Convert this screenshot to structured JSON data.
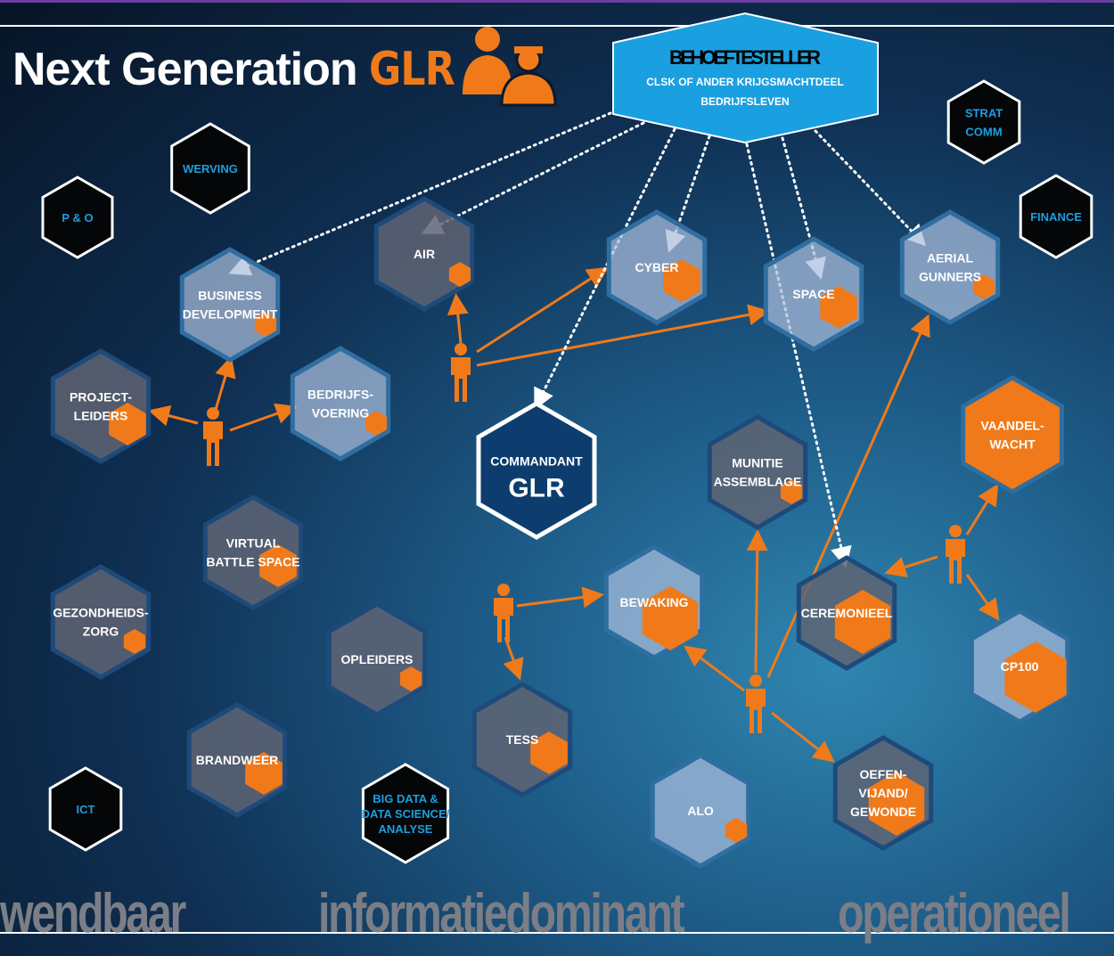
{
  "title": {
    "prefix": "Next Generation",
    "accent": "GLR"
  },
  "header_node": {
    "title": "BEHOEFTESTELLER",
    "line1": "CLSK OF ANDER KRIJGSMACHTDEEL",
    "line2": "BEDRIJFSLEVEN"
  },
  "nodes": {
    "po": {
      "lines": [
        "P & O"
      ]
    },
    "werving": {
      "lines": [
        "WERVING"
      ]
    },
    "stratcomm": {
      "lines": [
        "STRAT",
        "COMM"
      ]
    },
    "finance": {
      "lines": [
        "FINANCE"
      ]
    },
    "ict": {
      "lines": [
        "ICT"
      ]
    },
    "bigdata": {
      "lines": [
        "BIG DATA &",
        "DATA SCIENCE/",
        "ANALYSE"
      ]
    },
    "air": {
      "lines": [
        "AIR"
      ]
    },
    "busdev": {
      "lines": [
        "BUSINESS",
        "DEVELOPMENT"
      ]
    },
    "projectleiders": {
      "lines": [
        "PROJECT-",
        "LEIDERS"
      ]
    },
    "bedrijfsvoering": {
      "lines": [
        "BEDRIJFS-",
        "VOERING"
      ]
    },
    "cyber": {
      "lines": [
        "CYBER"
      ]
    },
    "space": {
      "lines": [
        "SPACE"
      ]
    },
    "aerial": {
      "lines": [
        "AERIAL",
        "GUNNERS"
      ]
    },
    "commandant": {
      "lines": [
        "COMMANDANT",
        "GLR"
      ]
    },
    "munitie": {
      "lines": [
        "MUNITIE",
        "ASSEMBLAGE"
      ]
    },
    "vaandelwacht": {
      "lines": [
        "VAANDEL-",
        "WACHT"
      ]
    },
    "virtual": {
      "lines": [
        "VIRTUAL",
        "BATTLE SPACE"
      ]
    },
    "gezondheidszorg": {
      "lines": [
        "GEZONDHEIDS-",
        "ZORG"
      ]
    },
    "opleiders": {
      "lines": [
        "OPLEIDERS"
      ]
    },
    "bewaking": {
      "lines": [
        "BEWAKING"
      ]
    },
    "ceremonieel": {
      "lines": [
        "CEREMONIEEL"
      ]
    },
    "cp100": {
      "lines": [
        "CP100"
      ]
    },
    "tess": {
      "lines": [
        "TESS"
      ]
    },
    "brandweer": {
      "lines": [
        "BRANDWEER"
      ]
    },
    "alo": {
      "lines": [
        "ALO"
      ]
    },
    "oefenvijand": {
      "lines": [
        "OEFEN-",
        "VIJAND/",
        "GEWONDE"
      ]
    }
  },
  "footer": {
    "word1": "wendbaar",
    "word2": "informatiedominant",
    "word3": "operationeel"
  },
  "colors": {
    "orange": "#f07a1a",
    "blue": "#1aa0e0",
    "gray_hex": "#5a5f6e",
    "light_hex": "#9fb6d2",
    "black_hex": "#050607",
    "commandant": "#0d3d6e"
  }
}
